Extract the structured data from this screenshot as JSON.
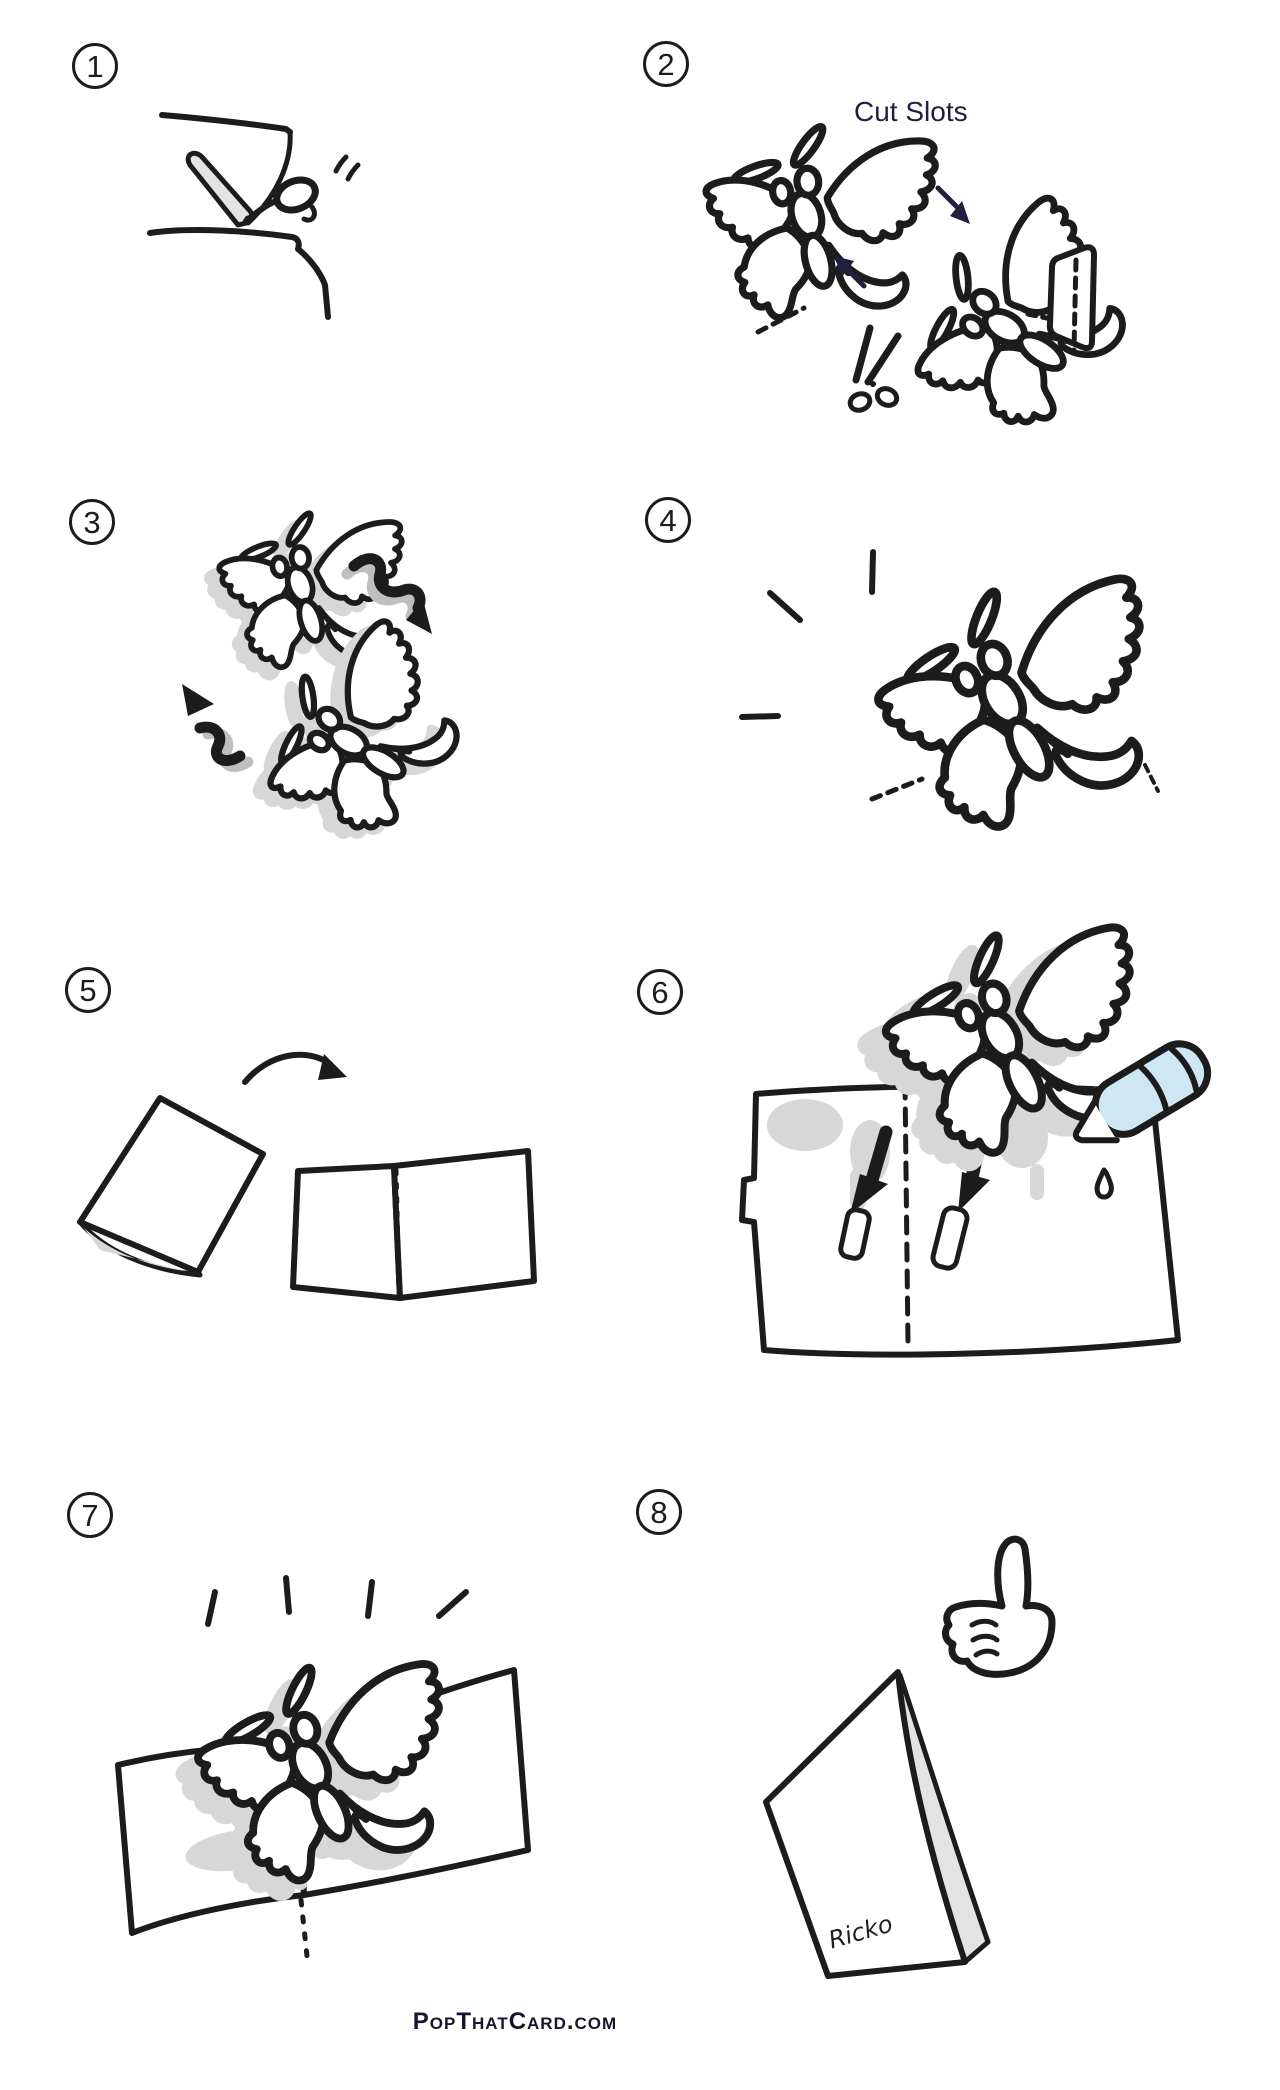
{
  "page": {
    "background": "#ffffff",
    "footer_text": "PopThatCard.com"
  },
  "colors": {
    "ink": "#1c1c1c",
    "navy": "#20203e",
    "shadow_gray": "#d7d7d7",
    "glue_blue": "#cfe7f2",
    "blade_gray": "#e3e3e3",
    "paper_white": "#ffffff"
  },
  "steps": [
    {
      "number": "1",
      "illustration": "scissors-cutting-out-piece"
    },
    {
      "number": "2",
      "illustration": "cut-slots-in-butterfly-pieces",
      "label": "Cut Slots"
    },
    {
      "number": "3",
      "illustration": "slide-two-butterflies-together"
    },
    {
      "number": "4",
      "illustration": "assembled-butterfly"
    },
    {
      "number": "5",
      "illustration": "fold-and-open-card"
    },
    {
      "number": "6",
      "illustration": "glue-tabs-into-card-slots"
    },
    {
      "number": "7",
      "illustration": "butterfly-pops-up-in-open-card"
    },
    {
      "number": "8",
      "illustration": "finished-card-thumbs-up",
      "card_signature": "Ricko"
    }
  ]
}
